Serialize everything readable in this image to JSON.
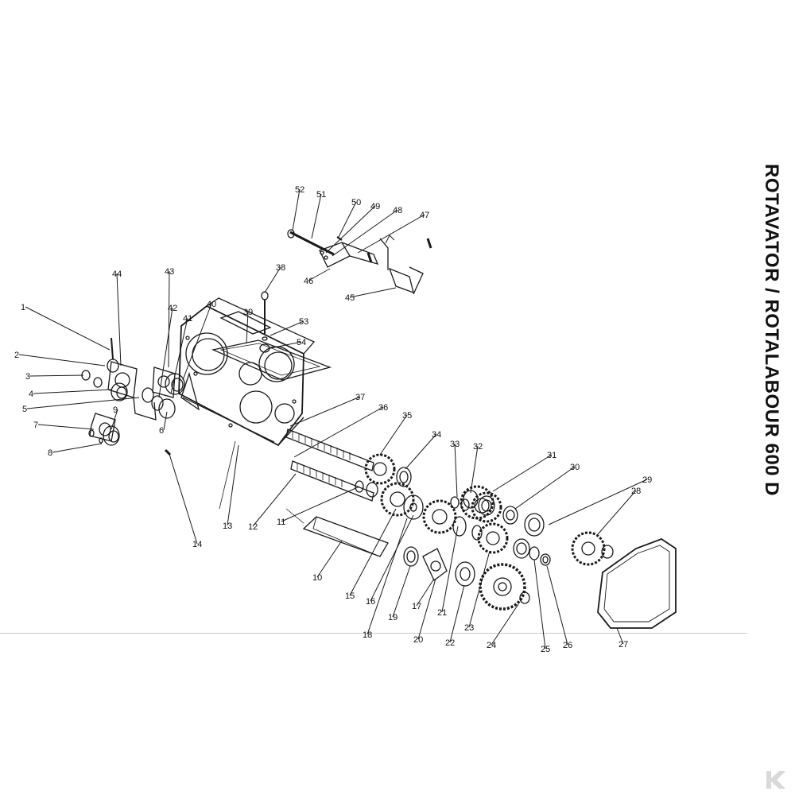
{
  "title": "ROTAVATOR / ROTALABOUR 600 D",
  "diagram": {
    "type": "exploded-parts-diagram",
    "part_numbers": [
      "1",
      "2",
      "3",
      "4",
      "5",
      "6",
      "7",
      "8",
      "9",
      "10",
      "11",
      "12",
      "13",
      "14",
      "15",
      "16",
      "17",
      "18",
      "19",
      "20",
      "21",
      "22",
      "23",
      "24",
      "25",
      "26",
      "27",
      "28",
      "29",
      "30",
      "31",
      "32",
      "33",
      "34",
      "35",
      "36",
      "37",
      "38",
      "39",
      "40",
      "41",
      "42",
      "43",
      "44",
      "45",
      "46",
      "47",
      "48",
      "49",
      "50",
      "51",
      "52",
      "53",
      "54"
    ]
  },
  "logo": {
    "icon": "k-logo-icon",
    "color": "#d9d9d9"
  },
  "colors": {
    "line": "#1a1a1a",
    "background": "#ffffff"
  }
}
